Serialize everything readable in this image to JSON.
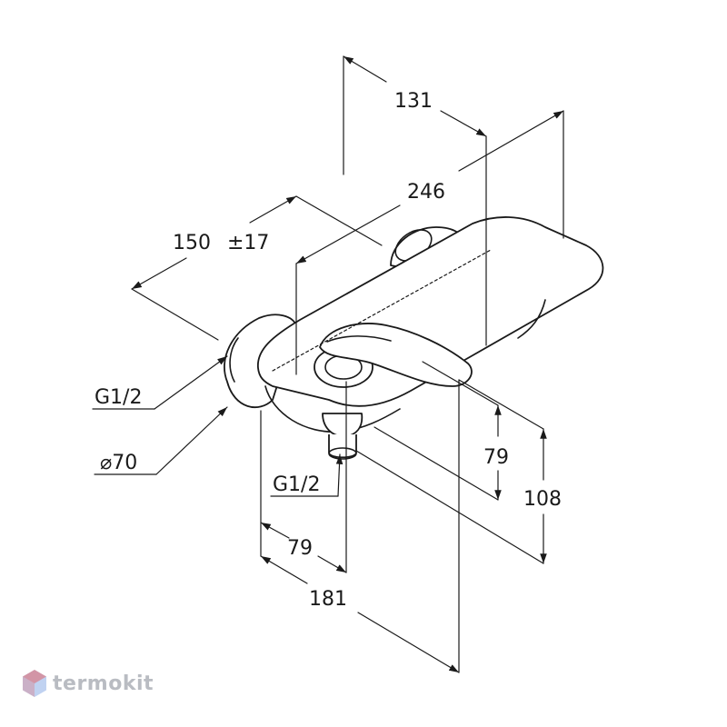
{
  "dimensions": {
    "d131": "131",
    "d246": "246",
    "d150": "150",
    "tol17": "±17",
    "g12_left": "G1/2",
    "d70": "⌀70",
    "g12_bottom": "G1/2",
    "d79_h": "79",
    "d79_v": "79",
    "d108": "108",
    "d181": "181"
  },
  "watermark": {
    "brand": "termokit"
  },
  "colors": {
    "line": "#1a1a1a",
    "watermark": "#b9bcc2",
    "logo_red": "#e84b4b",
    "logo_blue": "#4a7fd6"
  }
}
